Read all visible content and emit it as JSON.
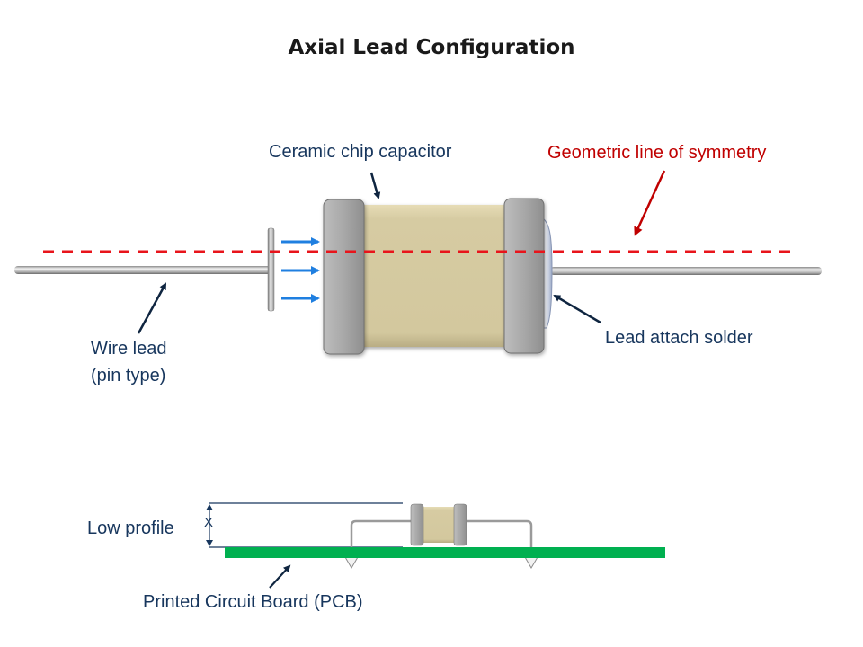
{
  "title": "Axial Lead Configuration",
  "labels": {
    "ceramic_chip": "Ceramic chip capacitor",
    "symmetry": "Geometric line of symmetry",
    "wire_lead_line1": "Wire lead",
    "wire_lead_line2": "(pin type)",
    "lead_attach": "Lead attach solder",
    "low_profile": "Low profile",
    "dimension_x": "X",
    "pcb": "Printed Circuit Board (PCB)"
  },
  "colors": {
    "symmetry_line": "#e8141b",
    "symmetry_text": "#c00000",
    "label_text": "#17365d",
    "force_arrows": "#1f7fe0",
    "ceramic_body": "#d4c99f",
    "end_termination": "#a6a6a6",
    "pcb": "#00b050"
  }
}
